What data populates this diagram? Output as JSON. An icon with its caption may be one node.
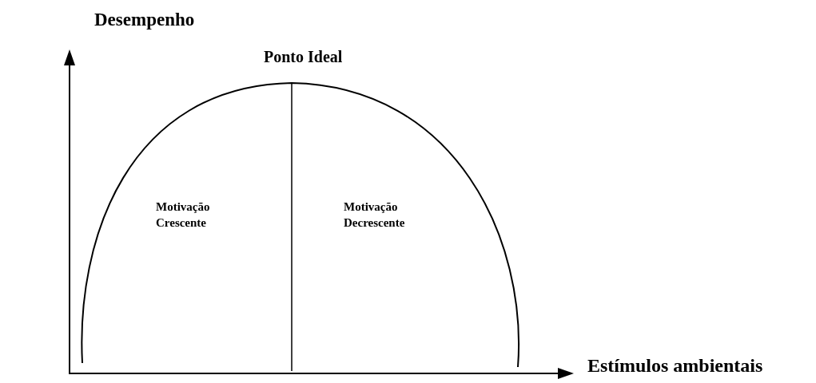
{
  "diagram": {
    "labels": [
      "Desempenho",
      "Ponto Ideal",
      "Motivação Crescente",
      "Motivação Decrescente",
      "Estímulos ambientais"
    ]
  }
}
